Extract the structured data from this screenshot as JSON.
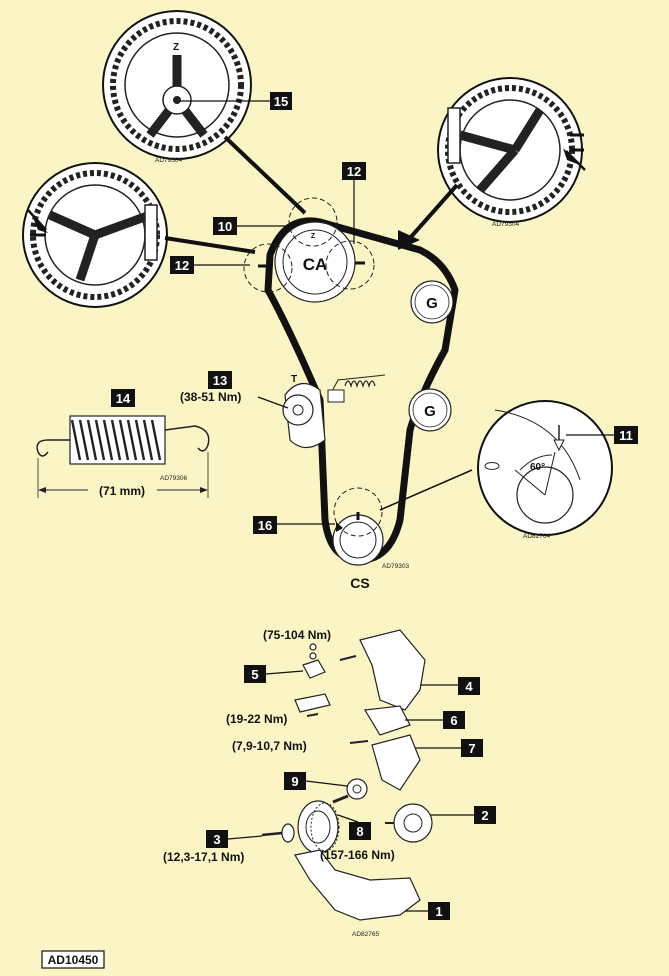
{
  "callouts": {
    "c1": "1",
    "c2": "2",
    "c3": "3",
    "c4": "4",
    "c5": "5",
    "c6": "6",
    "c7": "7",
    "c8": "8",
    "c9": "9",
    "c10": "10",
    "c11": "11",
    "c12a": "12",
    "c12b": "12",
    "c13": "13",
    "c14": "14",
    "c15": "15",
    "c16": "16"
  },
  "specs": {
    "torque_13": "(38-51 Nm)",
    "length_14": "(71 mm)",
    "torque_5_top": "(75-104 Nm)",
    "torque_19_22": "(19-22 Nm)",
    "torque_6_7": "(7,9-10,7 Nm)",
    "torque_3": "(12,3-17,1 Nm)",
    "torque_8": "(157-166 Nm)"
  },
  "labels": {
    "ca": "CA",
    "cs": "CS",
    "g_top": "G",
    "g_bottom": "G",
    "t": "T",
    "z_top": "Z",
    "z_main": "Z",
    "angle": "60°"
  },
  "codes": {
    "ad_top": "AD79304",
    "ad_right": "AD79304",
    "ad_spring": "AD79306",
    "ad_crank_detail": "AD82764",
    "ad_belt": "AD79303",
    "ad_exploded": "AD82765",
    "main_code": "AD10450"
  },
  "colors": {
    "background": "#fbf5c6",
    "ink": "#111111"
  }
}
